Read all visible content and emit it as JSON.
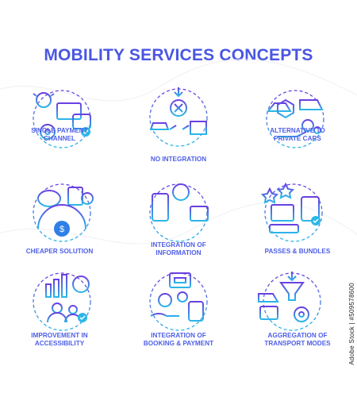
{
  "title": "MOBILITY SERVICES CONCEPTS",
  "icons": [
    {
      "name": "payment-channel-icon",
      "label_lines": [
        "SINGLE PAYMENT",
        "CHANNEL"
      ]
    },
    {
      "name": "no-integration-icon",
      "label_lines": [
        "NO INTEGRATION"
      ]
    },
    {
      "name": "private-cars-icon",
      "label_lines": [
        "ALTERNATIVE TO",
        "PRIVATE CARS"
      ]
    },
    {
      "name": "piggy-bank-icon",
      "label_lines": [
        "CHEAPER SOLUTION"
      ]
    },
    {
      "name": "information-icon",
      "label_lines": [
        "INTEGRATION OF",
        "INFORMATION"
      ]
    },
    {
      "name": "tickets-icon",
      "label_lines": [
        "PASSES & BUNDLES"
      ]
    },
    {
      "name": "accessibility-icon",
      "label_lines": [
        "IMPROVEMENT IN",
        "ACCESSIBILITY"
      ]
    },
    {
      "name": "booking-payment-icon",
      "label_lines": [
        "INTEGRATION OF",
        "BOOKING & PAYMENT"
      ]
    },
    {
      "name": "transport-modes-icon",
      "label_lines": [
        "AGGREGATION OF",
        "TRANSPORT MODES"
      ]
    }
  ],
  "stock_id": "Adobe Stock | #509578600",
  "colors": {
    "title": "#4a56e2",
    "gradient_top": "#6a3fe0",
    "gradient_bottom": "#2bb7e8",
    "label": "#4e5fe6"
  }
}
